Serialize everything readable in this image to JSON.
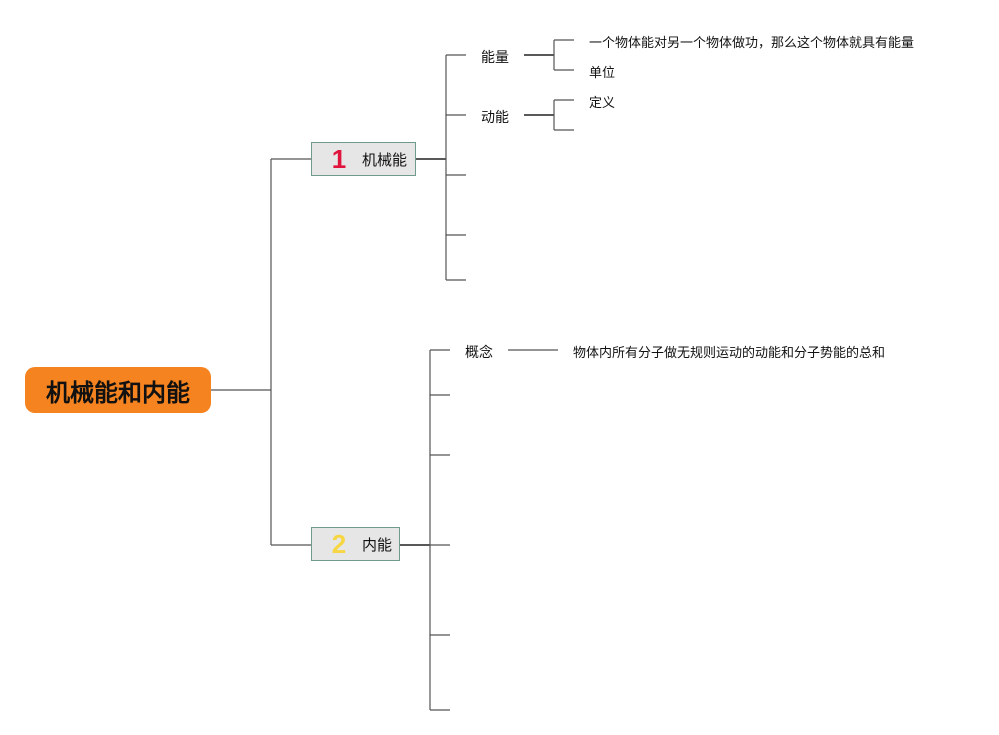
{
  "root": {
    "label": "机械能和内能",
    "color": "#f5831f"
  },
  "branches": [
    {
      "number": "1",
      "label": "机械能",
      "number_color": "#e0143c",
      "children": [
        {
          "label": "能量",
          "leaves": [
            "一个物体能对另一个物体做功，那么这个物体就具有能量",
            "单位"
          ]
        },
        {
          "label": "动能",
          "leaves": [
            "定义"
          ]
        }
      ]
    },
    {
      "number": "2",
      "label": "内能",
      "number_color": "#f6d743",
      "children": [
        {
          "label": "概念",
          "leaves": [
            "物体内所有分子做无规则运动的动能和分子势能的总和"
          ]
        }
      ]
    }
  ]
}
